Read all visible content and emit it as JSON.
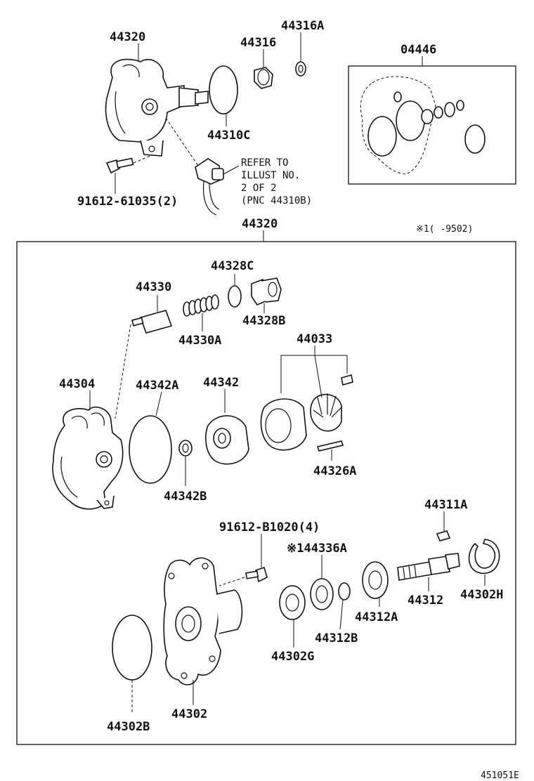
{
  "diagram": {
    "labels": {
      "p44320_top": "44320",
      "p44316": "44316",
      "p44316A": "44316A",
      "p04446": "04446",
      "p44310C": "44310C",
      "p91612_61035": "91612-61035(2)",
      "p44320_mid": "44320",
      "p44328C": "44328C",
      "p44330": "44330",
      "p44328B": "44328B",
      "p44330A": "44330A",
      "p44033": "44033",
      "p44304": "44304",
      "p44342A": "44342A",
      "p44342": "44342",
      "p44326A": "44326A",
      "p44342B": "44342B",
      "p44311A": "44311A",
      "p91612_B1020": "91612-B1020(4)",
      "p44336A": "※144336A",
      "p44312": "44312",
      "p44302H": "44302H",
      "p44312A": "44312A",
      "p44312B": "44312B",
      "p44302G": "44302G",
      "p44302B": "44302B",
      "p44302": "44302"
    },
    "refer_note": {
      "line1": "REFER TO",
      "line2": "ILLUST NO.",
      "line3": "2 OF 2",
      "line4": "(PNC 44310B)"
    },
    "range_note": "※1(    -9502)",
    "figure_code": "451051E"
  },
  "colors": {
    "line": "#111111",
    "background": "#ffffff"
  }
}
